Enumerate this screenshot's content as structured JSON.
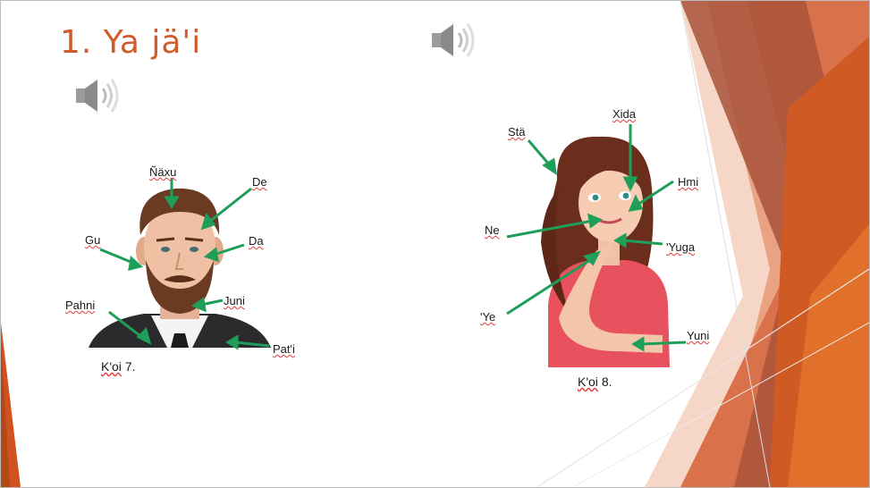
{
  "slide": {
    "title": "1. Ya jä'i",
    "colors": {
      "title": "#d05b2b",
      "arrow": "#1f9e5a",
      "accent": "#c8501f"
    },
    "icons": [
      "speaker-icon",
      "speaker-icon"
    ]
  },
  "figure_man": {
    "labels": {
      "naxu": "Ñäxu",
      "de": "De",
      "gu": "Gu",
      "da": "Da",
      "juni": "Juni",
      "pahni": "Pahni",
      "pati": "Pat'i"
    },
    "caption_word": "K'oi",
    "caption_num": "7."
  },
  "figure_woman": {
    "labels": {
      "sta": "Stä",
      "xida": "Xida",
      "hmi": "Hmi",
      "ne": "Ne",
      "yuga": "'Yuga",
      "ye": "'Ye",
      "yuni": "Yuni"
    },
    "caption_word": "K'oi",
    "caption_num": "8."
  }
}
